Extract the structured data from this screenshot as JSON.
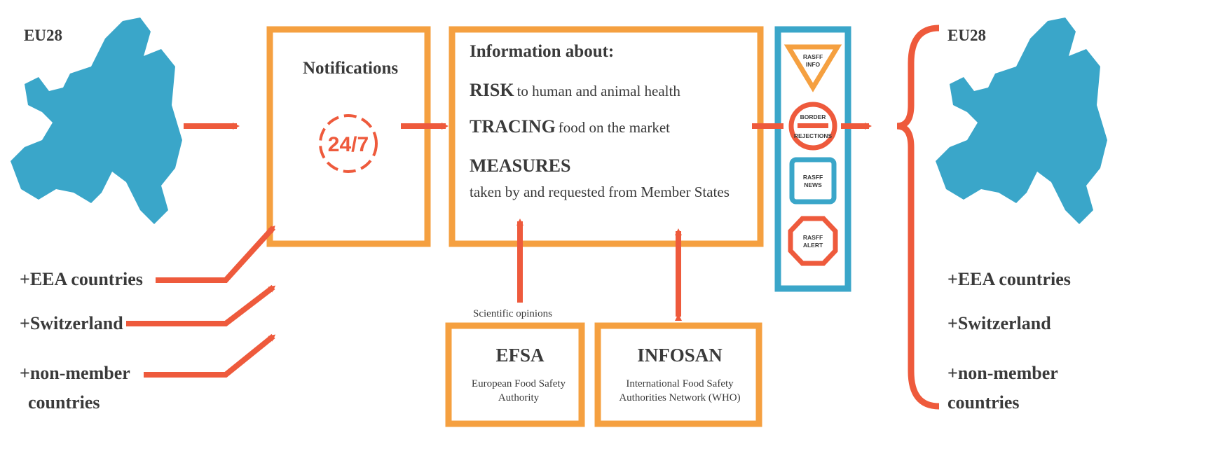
{
  "left": {
    "region_label": "EU28",
    "countries": [
      "+EEA countries",
      "+Switzerland",
      "+non-member",
      "countries"
    ]
  },
  "notifications": {
    "title": "Notifications",
    "clock_label": "24/7"
  },
  "information": {
    "title": "Information about:",
    "items": [
      {
        "term": "RISK",
        "detail": "to human and animal health"
      },
      {
        "term": "TRACING",
        "detail": "food on the market"
      },
      {
        "term": "MEASURES",
        "detail": "taken by and requested from Member States"
      }
    ]
  },
  "signs": {
    "info": [
      "RASFF",
      "INFO"
    ],
    "border": [
      "BORDER",
      "REJECTIONS"
    ],
    "news": [
      "RASFF",
      "NEWS"
    ],
    "alert": [
      "RASFF",
      "ALERT"
    ]
  },
  "efsa": {
    "edge_label": "Scientific opinions",
    "title": "EFSA",
    "subtitle_line1": "European Food Safety",
    "subtitle_line2": "Authority"
  },
  "infosan": {
    "title": "INFOSAN",
    "subtitle_line1": "International Food Safety",
    "subtitle_line2": "Authorities Network (WHO)"
  },
  "right": {
    "region_label": "EU28",
    "countries": [
      "+EEA countries",
      "+Switzerland",
      "+non-member",
      "countries"
    ]
  },
  "colors": {
    "orange": "#f5a040",
    "blue": "#3aa6c9",
    "red": "#ee5a3c"
  }
}
